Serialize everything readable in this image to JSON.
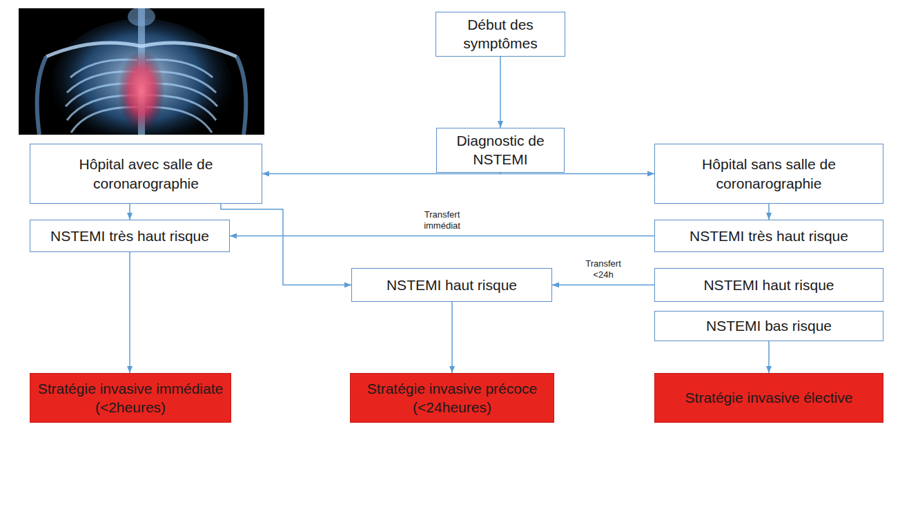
{
  "diagram": {
    "nodes": [
      {
        "text": [
          "Début des symptômes"
        ]
      },
      {
        "text": [
          "Diagnostic de NSTEMI"
        ]
      },
      {
        "text": [
          "Hôpital avec salle de coronarographie"
        ]
      },
      {
        "text": [
          "Hôpital sans salle de coronarographie"
        ]
      },
      {
        "text": [
          "NSTEMI très haut risque"
        ]
      },
      {
        "text": [
          "NSTEMI très haut risque"
        ]
      },
      {
        "text": [
          "NSTEMI haut risque"
        ]
      },
      {
        "text": [
          "NSTEMI haut risque"
        ]
      },
      {
        "text": [
          "NSTEMI bas risque"
        ]
      },
      {
        "text": [
          "Stratégie invasive immédiate (<2heures)"
        ]
      },
      {
        "text": [
          "Stratégie invasive précoce (<24heures)"
        ]
      },
      {
        "text": [
          "Stratégie invasive élective"
        ]
      }
    ],
    "edges": [
      {
        "from": 0,
        "to": 1,
        "arrow": "to"
      },
      {
        "from": 1,
        "to": 2,
        "arrow": "to"
      },
      {
        "from": 1,
        "to": 3,
        "arrow": "to"
      },
      {
        "from": 2,
        "to": 4,
        "arrow": "to"
      },
      {
        "from": 2,
        "to": 6,
        "arrow": "to"
      },
      {
        "from": 3,
        "to": 5,
        "arrow": "to"
      },
      {
        "from": 5,
        "to": 4,
        "label": "Transfert immédiat",
        "arrow": "to"
      },
      {
        "from": 7,
        "to": 6,
        "label": "Transfert <24h",
        "arrow": "to"
      },
      {
        "from": 4,
        "to": 9,
        "arrow": "to"
      },
      {
        "from": 6,
        "to": 10,
        "arrow": "to"
      },
      {
        "from": 8,
        "to": 11,
        "arrow": "to"
      }
    ]
  }
}
